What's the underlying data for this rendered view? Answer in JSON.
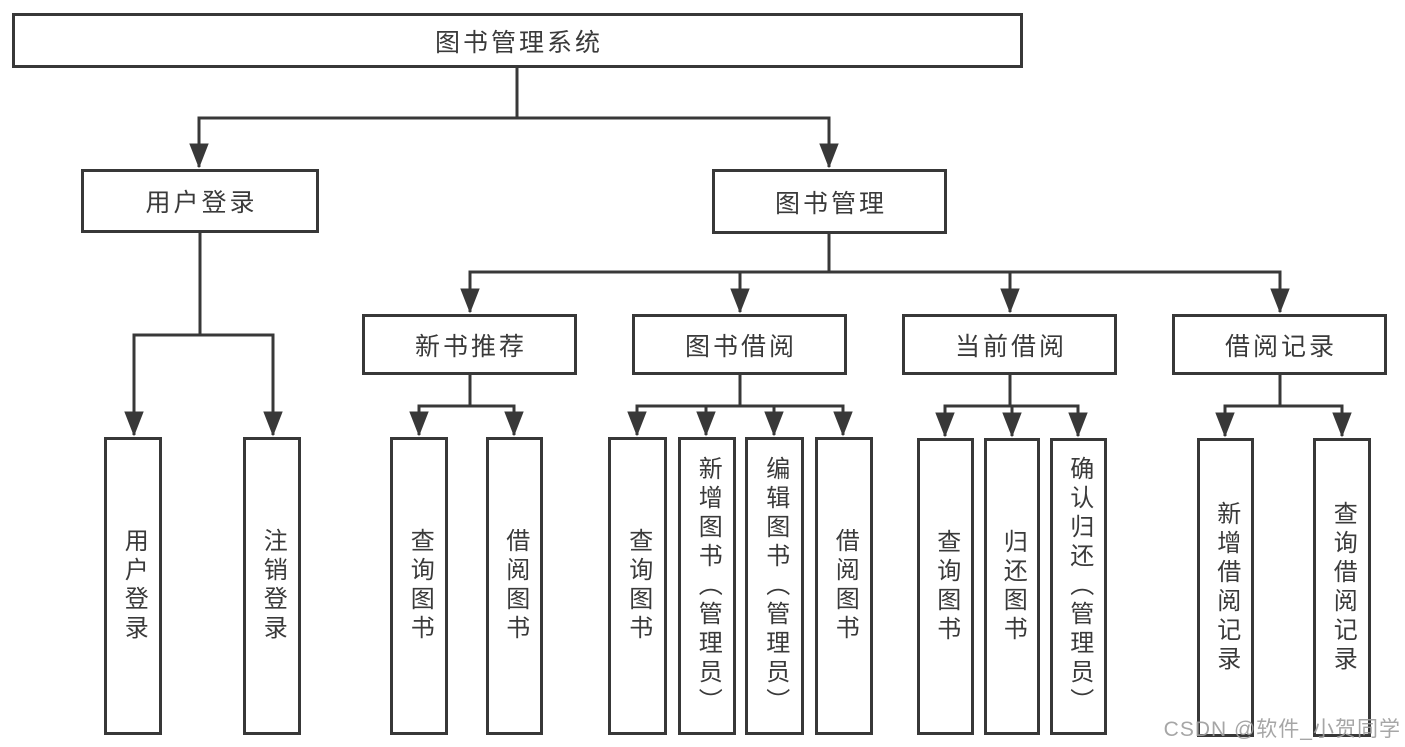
{
  "diagram_title": "图书管理系统",
  "watermark": "CSDN @软件_小贺同学",
  "colors": {
    "line": "#383838",
    "box_border": "#383838",
    "box_background": "#ffffff",
    "text": "#3a3a3a",
    "watermark": "#9e9e9e"
  },
  "tree": {
    "root": {
      "label": "图书管理系统"
    },
    "level2": [
      {
        "label": "用户登录"
      },
      {
        "label": "图书管理"
      }
    ],
    "level3": [
      {
        "label": "新书推荐",
        "parent": "图书管理"
      },
      {
        "label": "图书借阅",
        "parent": "图书管理"
      },
      {
        "label": "当前借阅",
        "parent": "图书管理"
      },
      {
        "label": "借阅记录",
        "parent": "图书管理"
      }
    ],
    "leaves": [
      {
        "label": "用户登录",
        "parent": "用户登录"
      },
      {
        "label": "注销登录",
        "parent": "用户登录"
      },
      {
        "label": "查询图书",
        "parent": "新书推荐"
      },
      {
        "label": "借阅图书",
        "parent": "新书推荐"
      },
      {
        "label": "查询图书",
        "parent": "图书借阅"
      },
      {
        "label": "新增图书（管理员）",
        "parent": "图书借阅"
      },
      {
        "label": "编辑图书（管理员）",
        "parent": "图书借阅"
      },
      {
        "label": "借阅图书",
        "parent": "图书借阅"
      },
      {
        "label": "查询图书",
        "parent": "当前借阅"
      },
      {
        "label": "归还图书",
        "parent": "当前借阅"
      },
      {
        "label": "确认归还（管理员）",
        "parent": "当前借阅"
      },
      {
        "label": "新增借阅记录",
        "parent": "借阅记录"
      },
      {
        "label": "查询借阅记录",
        "parent": "借阅记录"
      }
    ]
  }
}
